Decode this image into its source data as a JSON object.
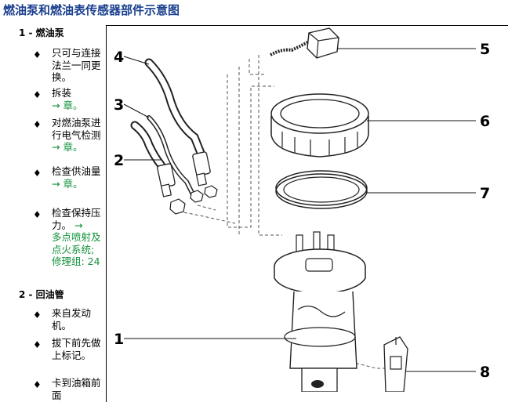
{
  "title": "燃油泵和燃油表传感器部件示意图",
  "sections": [
    {
      "header": "1 - 燃油泵",
      "items": [
        {
          "text": "只可与连接法兰一同更换。"
        },
        {
          "text": "拆装",
          "link": "→ 章。"
        },
        {
          "text": "对燃油泵进行电气检测",
          "link": "→ 章。"
        },
        {
          "text": "检查供油量",
          "link": "→ 章。"
        },
        {
          "text": "检查保持压力。",
          "link_arrow": "→",
          "link": "多点喷射及点火系统; 修理组: 24"
        }
      ]
    },
    {
      "header": "2 - 回油管",
      "items": [
        {
          "text": "来自发动机。"
        },
        {
          "text": "拔下前先做上标记。"
        },
        {
          "text": "卡到油箱前面"
        }
      ]
    }
  ],
  "callouts": [
    "1",
    "2",
    "3",
    "4",
    "5",
    "6",
    "7",
    "8"
  ]
}
